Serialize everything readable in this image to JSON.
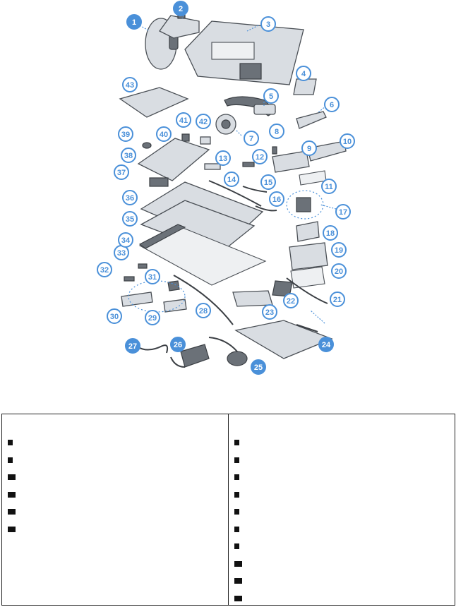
{
  "callouts": [
    {
      "n": "1",
      "style": "filled"
    },
    {
      "n": "2",
      "style": "filled"
    },
    {
      "n": "3",
      "style": "outline"
    },
    {
      "n": "4",
      "style": "outline"
    },
    {
      "n": "5",
      "style": "outline"
    },
    {
      "n": "6",
      "style": "outline"
    },
    {
      "n": "7",
      "style": "outline"
    },
    {
      "n": "8",
      "style": "outline"
    },
    {
      "n": "9",
      "style": "outline"
    },
    {
      "n": "10",
      "style": "outline"
    },
    {
      "n": "11",
      "style": "outline"
    },
    {
      "n": "12",
      "style": "outline"
    },
    {
      "n": "13",
      "style": "outline"
    },
    {
      "n": "14",
      "style": "outline"
    },
    {
      "n": "15",
      "style": "outline"
    },
    {
      "n": "16",
      "style": "outline"
    },
    {
      "n": "17",
      "style": "outline"
    },
    {
      "n": "18",
      "style": "outline"
    },
    {
      "n": "19",
      "style": "outline"
    },
    {
      "n": "20",
      "style": "outline"
    },
    {
      "n": "21",
      "style": "outline"
    },
    {
      "n": "22",
      "style": "outline"
    },
    {
      "n": "23",
      "style": "outline"
    },
    {
      "n": "24",
      "style": "filled"
    },
    {
      "n": "25",
      "style": "filled"
    },
    {
      "n": "26",
      "style": "filled"
    },
    {
      "n": "27",
      "style": "filled"
    },
    {
      "n": "28",
      "style": "outline"
    },
    {
      "n": "29",
      "style": "outline"
    },
    {
      "n": "30",
      "style": "outline"
    },
    {
      "n": "31",
      "style": "outline"
    },
    {
      "n": "32",
      "style": "outline"
    },
    {
      "n": "33",
      "style": "outline"
    },
    {
      "n": "34",
      "style": "outline"
    },
    {
      "n": "35",
      "style": "outline"
    },
    {
      "n": "36",
      "style": "outline"
    },
    {
      "n": "37",
      "style": "outline"
    },
    {
      "n": "38",
      "style": "outline"
    },
    {
      "n": "39",
      "style": "outline"
    },
    {
      "n": "40",
      "style": "outline"
    },
    {
      "n": "41",
      "style": "outline"
    },
    {
      "n": "42",
      "style": "outline"
    },
    {
      "n": "43",
      "style": "outline"
    }
  ],
  "legend": {
    "left_markers": [
      "single",
      "single",
      "double",
      "double",
      "double",
      "double"
    ],
    "right_markers": [
      "single",
      "single",
      "single",
      "single",
      "single",
      "single",
      "single",
      "double",
      "double",
      "double"
    ]
  },
  "colors": {
    "callout_blue": "#4a90d9",
    "part_fill": "#d9dde2",
    "part_stroke": "#4a4f55"
  }
}
